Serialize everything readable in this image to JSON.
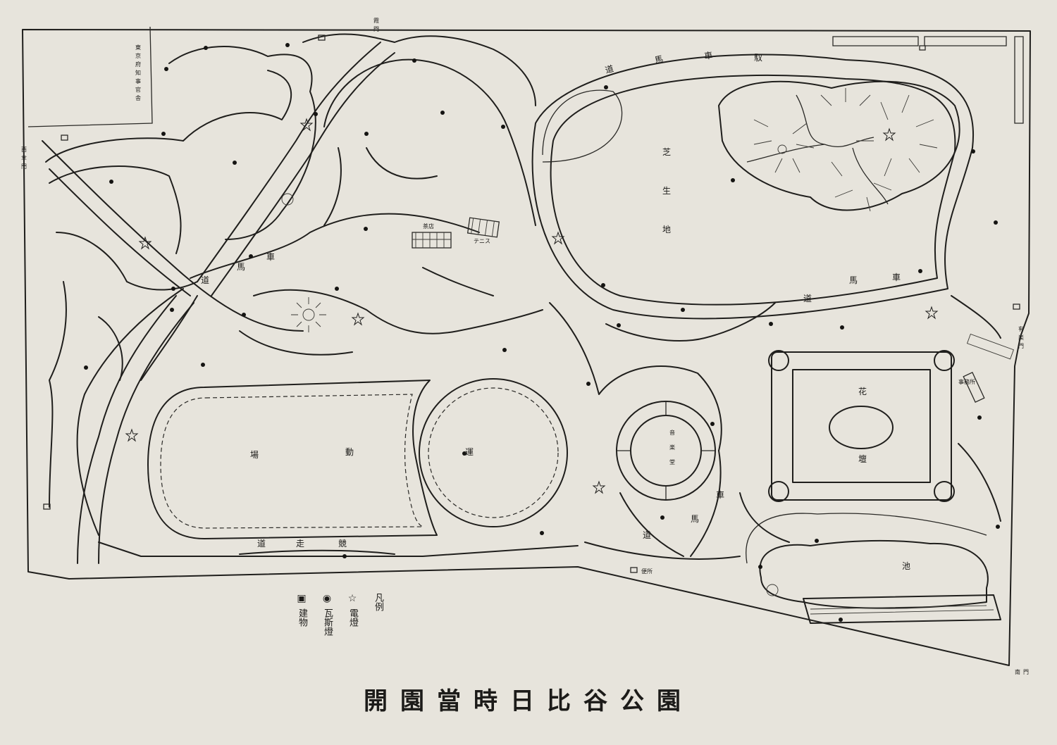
{
  "caption": "開園當時日比谷公園",
  "legend": {
    "title": "凡例",
    "items": [
      {
        "symbol": "☆",
        "label": "電燈",
        "icon": "star-icon"
      },
      {
        "symbol": "◉",
        "label": "瓦斯燈",
        "icon": "gas-lamp-icon"
      },
      {
        "symbol": "▣",
        "label": "建物",
        "icon": "building-icon"
      }
    ]
  },
  "map_labels": {
    "lawn": "芝生地",
    "carriage_road_ne": "馭車馬道",
    "carriage_road_e": "車馬道",
    "carriage_road_w": "車馬道",
    "carriage_road_s": "車馬道",
    "parade_ground": "運動場",
    "walking_path": "競走道",
    "flower_garden": "花壇",
    "music_hall": "音楽堂",
    "pond": "池",
    "west_gate": "西幸門",
    "north_gate": "霞門",
    "east_gate": "有楽門",
    "south_gate": "南門",
    "official_residence": "東京府知事官舎",
    "restroom": "便所",
    "office": "事務所",
    "tea_house": "茶店",
    "tennis": "テニス"
  }
}
